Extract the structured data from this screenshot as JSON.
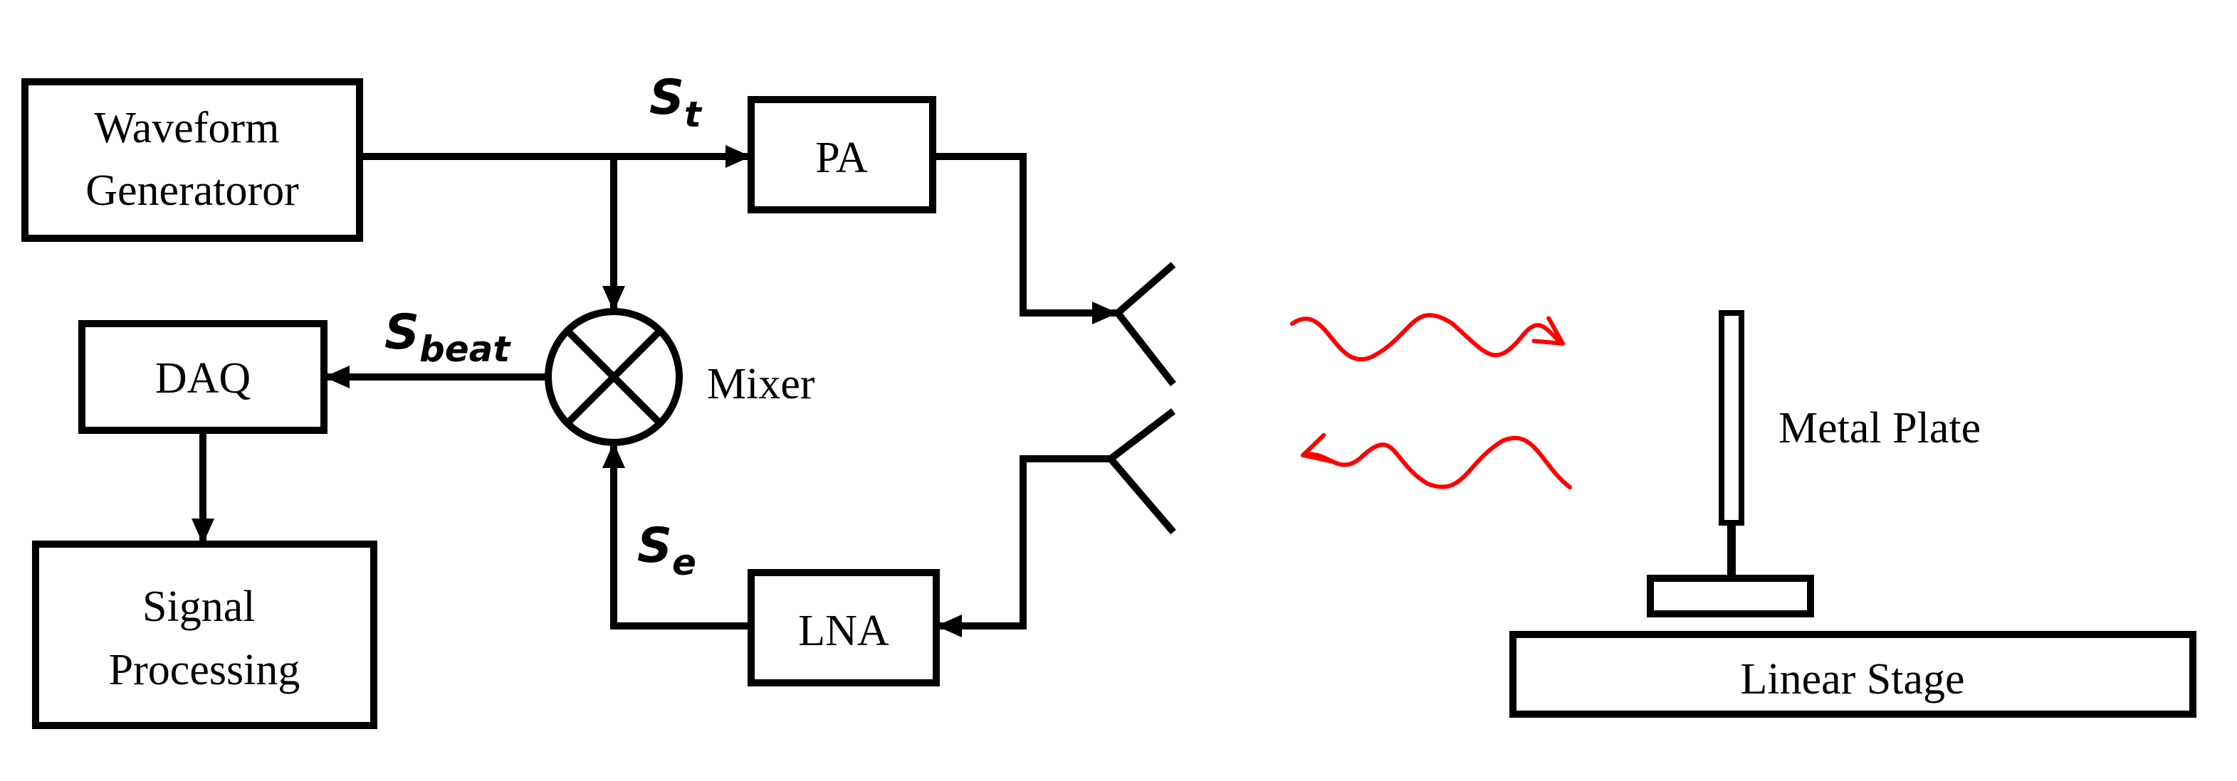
{
  "blocks": {
    "waveform_generator": [
      "Waveform",
      "Generatoror"
    ],
    "pa": "PA",
    "daq": "DAQ",
    "lna": "LNA",
    "signal_processing": [
      "Signal",
      "Processing"
    ],
    "linear_stage": "Linear Stage"
  },
  "labels": {
    "mixer": "Mixer",
    "metal_plate": "Metal Plate"
  },
  "signals": {
    "st": {
      "main": "S",
      "sub": "t"
    },
    "sbeat": {
      "main": "S",
      "sub": "beat"
    },
    "se": {
      "main": "S",
      "sub": "e"
    }
  },
  "colors": {
    "lines": "#000000",
    "waves": "#ff0000"
  }
}
